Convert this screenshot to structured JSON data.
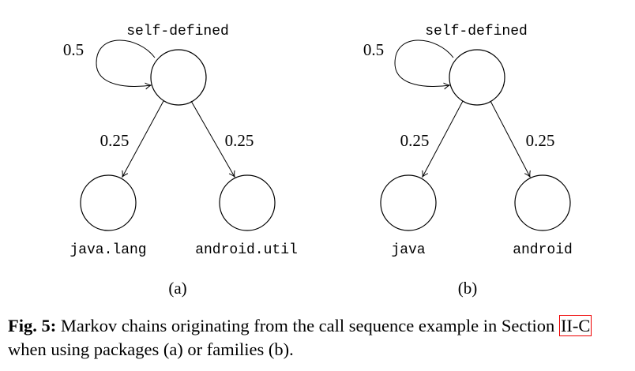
{
  "diagrams": [
    {
      "id": "a",
      "sublabel": "(a)",
      "top_node": "self-defined",
      "self_loop_prob": "0.5",
      "left_node": "java.lang",
      "right_node": "android.util",
      "left_prob": "0.25",
      "right_prob": "0.25"
    },
    {
      "id": "b",
      "sublabel": "(b)",
      "top_node": "self-defined",
      "self_loop_prob": "0.5",
      "left_node": "java",
      "right_node": "android",
      "left_prob": "0.25",
      "right_prob": "0.25"
    }
  ],
  "caption": {
    "label": "Fig. 5:",
    "text_before": " Markov chains originating from the call sequence example in Section ",
    "ref": "II-C",
    "text_after": " when using packages (a) or families (b).",
    "ref_border_color": "#e00000"
  }
}
